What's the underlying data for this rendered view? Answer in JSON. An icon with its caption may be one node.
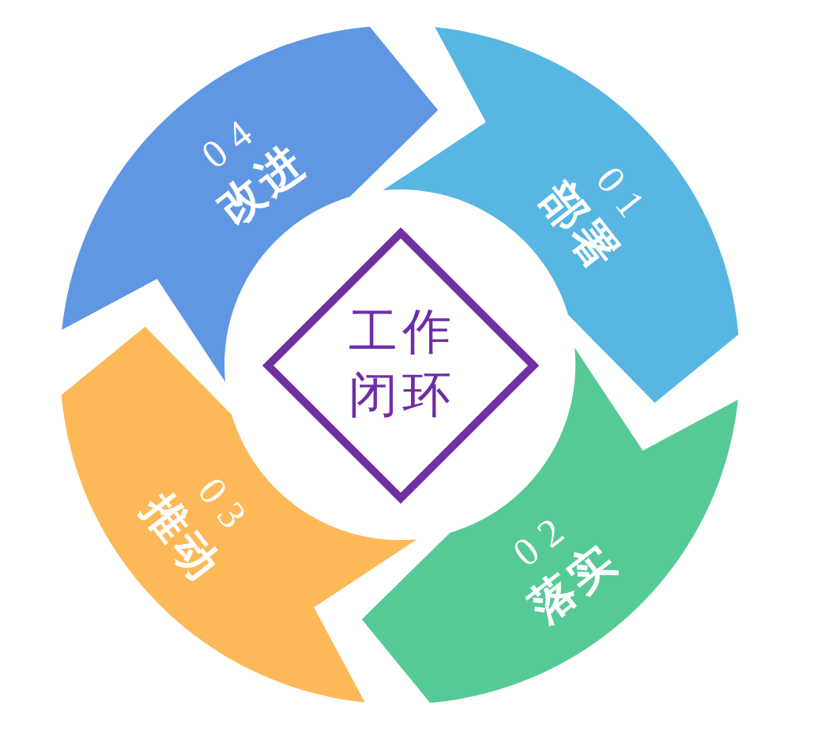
{
  "diagram": {
    "nodes": [
      {
        "text": [
          "工作闭环"
        ]
      },
      {
        "text": [
          "01",
          "部署"
        ]
      },
      {
        "text": [
          "02",
          "落实"
        ]
      },
      {
        "text": [
          "03",
          "推动"
        ]
      },
      {
        "text": [
          "04",
          "改进"
        ]
      }
    ]
  }
}
